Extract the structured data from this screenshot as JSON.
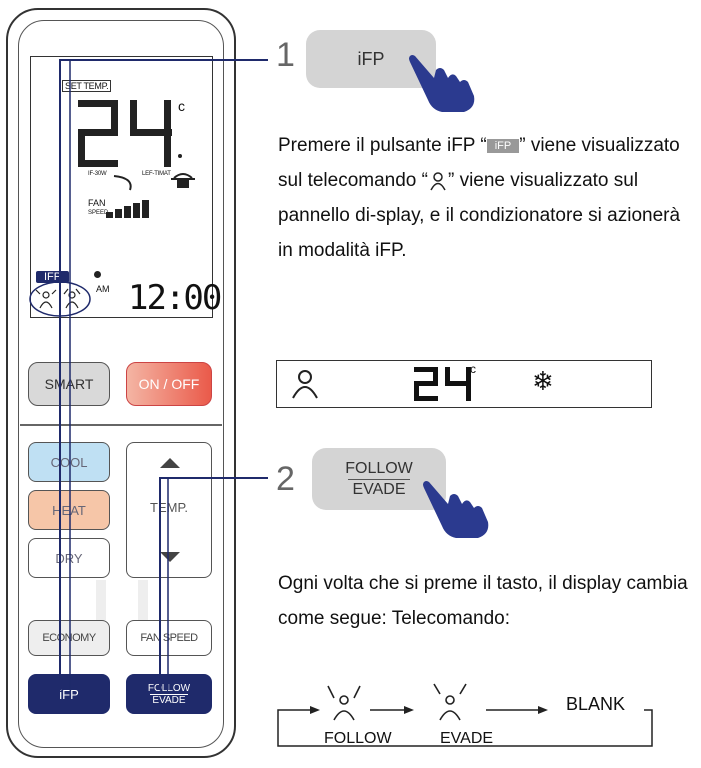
{
  "remote": {
    "lcd": {
      "set_temp_label": "SET TEMP.",
      "temperature": "24",
      "unit": "c",
      "follow_mini_label": "IF-30W",
      "evade_mini_label": "LEF-TIMAT",
      "fan_label": "FAN",
      "fan_speed_label": "SPEED",
      "fan_level": 1.0,
      "ifp_tag": "IFP",
      "am_label": "AM",
      "clock": "12:00"
    },
    "buttons": {
      "smart": "SMART",
      "on_off": "ON / OFF",
      "cool": "COOL",
      "heat": "HEAT",
      "dry": "DRY",
      "temp": "TEMP.",
      "economy": "ECONOMY",
      "fan_speed": "FAN SPEED",
      "ifp": "iFP",
      "follow": "FOLLOW",
      "evade": "EVADE"
    }
  },
  "step1": {
    "number": "1",
    "button_label": "iFP",
    "text_before_tag": "Premere il pulsante iFP “",
    "inline_tag": "iFP",
    "text_after_tag": "” viene visualizzato sul telecomando “",
    "text_after_icon": "” viene visualizzato sul pannello di-splay, e il condizionatore si azionerà in modalità iFP."
  },
  "indoor_display": {
    "temperature": "24",
    "unit": "c"
  },
  "step2": {
    "number": "2",
    "button_follow": "FOLLOW",
    "button_evade": "EVADE",
    "text": "Ogni volta che si preme il tasto, il display cambia come segue: Telecomando:"
  },
  "flow": {
    "follow": "FOLLOW",
    "evade": "EVADE",
    "blank": "BLANK"
  },
  "colors": {
    "navy": "#1f2a6b",
    "cool": "#bfe0f3",
    "heat": "#f6c6a8",
    "on_off": "#ea5a4a",
    "hand": "#2b3a8f"
  }
}
